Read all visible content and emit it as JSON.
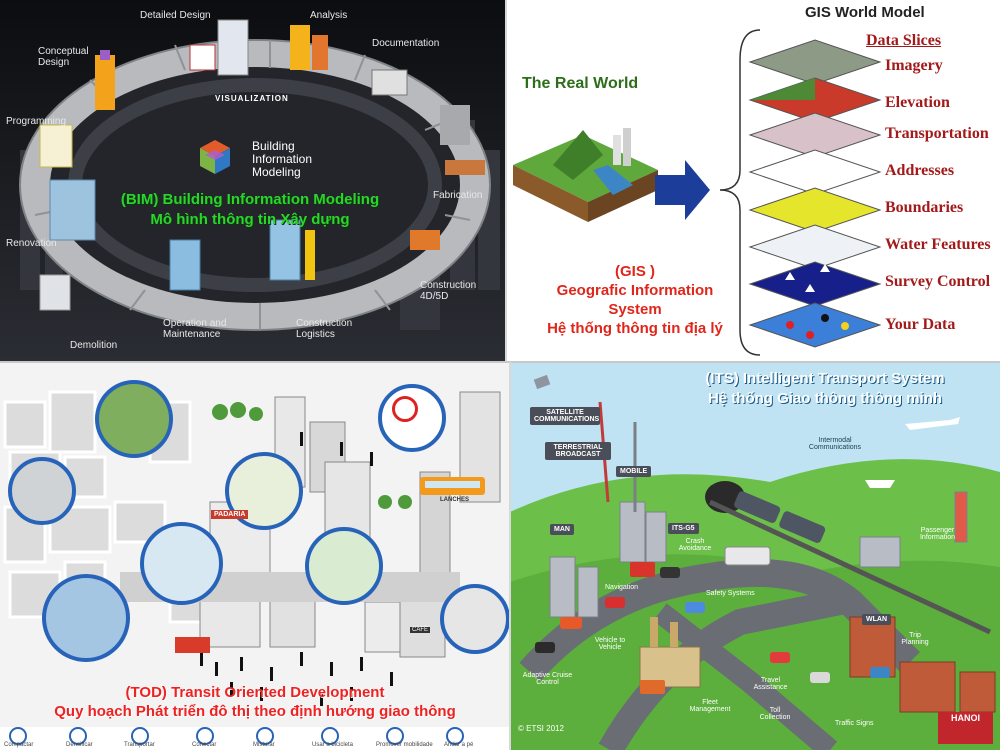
{
  "bim": {
    "stages": [
      "Detailed Design",
      "Analysis",
      "Conceptual Design",
      "Documentation",
      "Programming",
      "Fabrication",
      "Renovation",
      "Construction 4D/5D",
      "Demolition",
      "Operation and Maintenance",
      "Construction Logistics"
    ],
    "ring_label": "VISUALIZATION",
    "center": [
      "Building",
      "Information",
      "Modeling"
    ],
    "title_en": "(BIM) Building Information Modeling",
    "title_vi": "Mô hình thông tin Xây dựng"
  },
  "gis": {
    "model_title": "GIS World Model",
    "slices_header": "Data Slices",
    "slices": [
      "Imagery",
      "Elevation",
      "Transportation",
      "Addresses",
      "Boundaries",
      "Water Features",
      "Survey Control",
      "Your Data"
    ],
    "real_world": "The Real World",
    "caption": [
      "(GIS )",
      "Geografic  Information",
      "System",
      "Hệ thống thông tin địa lý"
    ]
  },
  "tod": {
    "title_en": "(TOD) Transit Oriented Development",
    "title_vi": "Quy hoạch Phát triển đô thị theo định hướng giao thông",
    "bottom_labels": [
      "Compactar",
      "Densificar",
      "Transportar",
      "Conectar",
      "Misturar",
      "Usar a bicicleta",
      "Promover mobilidade",
      "Andar a pé"
    ],
    "signs": [
      "PADARIA",
      "LANCHES",
      "CAFÉ"
    ]
  },
  "its": {
    "title_en": "(ITS) Intelligent Transport System",
    "title_vi": "Hệ thống Giao thông thông minh",
    "boxes": [
      "SATELLITE COMMUNICATIONS",
      "TERRESTRIAL BROADCAST",
      "MOBILE",
      "MAN",
      "ITS-G5",
      "WLAN"
    ],
    "labels": [
      "Intermodal Communications",
      "Crash Avoidance",
      "Passenger Information",
      "Navigation",
      "Safety Systems",
      "Vehicle to Vehicle",
      "Adaptive Cruise Control",
      "Trip Planning",
      "Travel Assistance",
      "Fleet Management",
      "Toll Collection",
      "Traffic Signs"
    ],
    "copyright": "© ETSI 2012",
    "logo": "HANOI"
  },
  "colors": {
    "bim_title": "#2bd52b",
    "gis_title": "#e0261b",
    "gis_slice": "#a21a1a",
    "tod_title": "#ee2222",
    "tod_circle": "#2763b9",
    "its_sky": "#bfe3f2",
    "its_grass": "#6cc04a"
  }
}
